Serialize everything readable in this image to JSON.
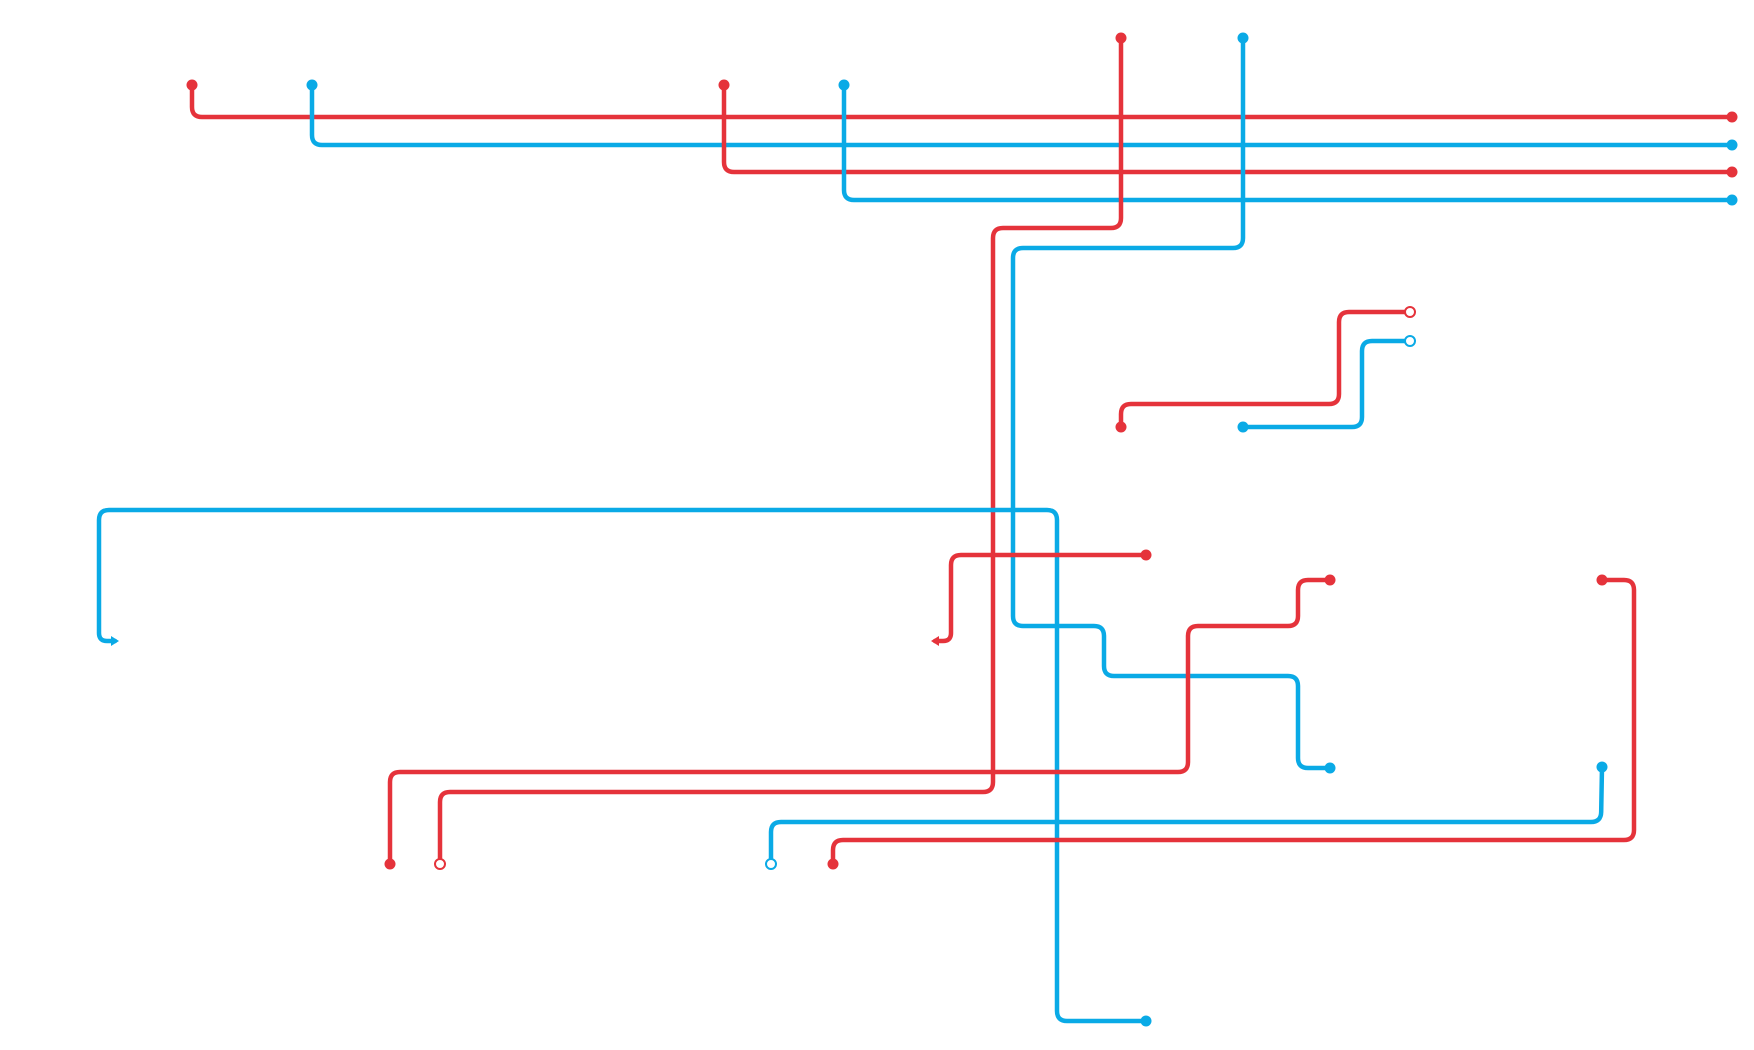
{
  "diagram": {
    "type": "wiring-diagram",
    "colors": {
      "red_wire": "#e5333b",
      "blue_wire": "#0aaae6",
      "background": "#ffffff"
    },
    "wires": [
      {
        "id": "red-top-1",
        "color": "red",
        "start_terminal": "dot",
        "end_terminal": "dot"
      },
      {
        "id": "blue-top-1",
        "color": "blue",
        "start_terminal": "dot",
        "end_terminal": "dot"
      },
      {
        "id": "red-top-2",
        "color": "red",
        "start_terminal": "dot",
        "end_terminal": "dot"
      },
      {
        "id": "blue-top-2",
        "color": "blue",
        "start_terminal": "dot",
        "end_terminal": "dot"
      },
      {
        "id": "red-long-down",
        "color": "red",
        "start_terminal": "dot",
        "end_terminal": "open-ring"
      },
      {
        "id": "blue-long-down",
        "color": "blue",
        "start_terminal": "dot",
        "end_terminal": "dot"
      },
      {
        "id": "red-step",
        "color": "red",
        "start_terminal": "dot",
        "end_terminal": "open-ring"
      },
      {
        "id": "blue-step",
        "color": "blue",
        "start_terminal": "dot",
        "end_terminal": "open-ring"
      },
      {
        "id": "blue-big-loop",
        "color": "blue",
        "start_terminal": "arrow",
        "end_terminal": "dot"
      },
      {
        "id": "red-hook",
        "color": "red",
        "start_terminal": "arrow",
        "end_terminal": "dot"
      },
      {
        "id": "red-mid-connector",
        "color": "red",
        "start_terminal": "dot",
        "end_terminal": "dot"
      },
      {
        "id": "blue-right-low",
        "color": "blue",
        "start_terminal": "open-ring",
        "end_terminal": "dot"
      },
      {
        "id": "red-right-low",
        "color": "red",
        "start_terminal": "dot",
        "end_terminal": "dot"
      }
    ]
  }
}
